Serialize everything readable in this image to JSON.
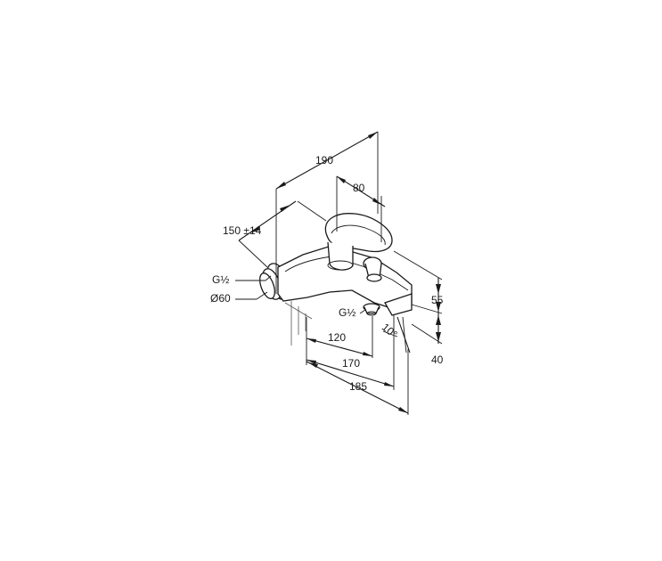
{
  "drawing": {
    "type": "technical-dimension-drawing",
    "subject": "wall-mounted bath mixer",
    "dimensions": {
      "width_total": "190",
      "handle_offset": "80",
      "center_distance": "150 ±14",
      "inlet_thread": "G½",
      "rosette_diameter": "Ø60",
      "spout_thread": "G½",
      "projection_120": "120",
      "projection_170": "170",
      "projection_185": "185",
      "height_55": "55",
      "height_40": "40",
      "angle": "10°"
    },
    "colors": {
      "line": "#1a1a1a",
      "background": "#ffffff"
    }
  }
}
